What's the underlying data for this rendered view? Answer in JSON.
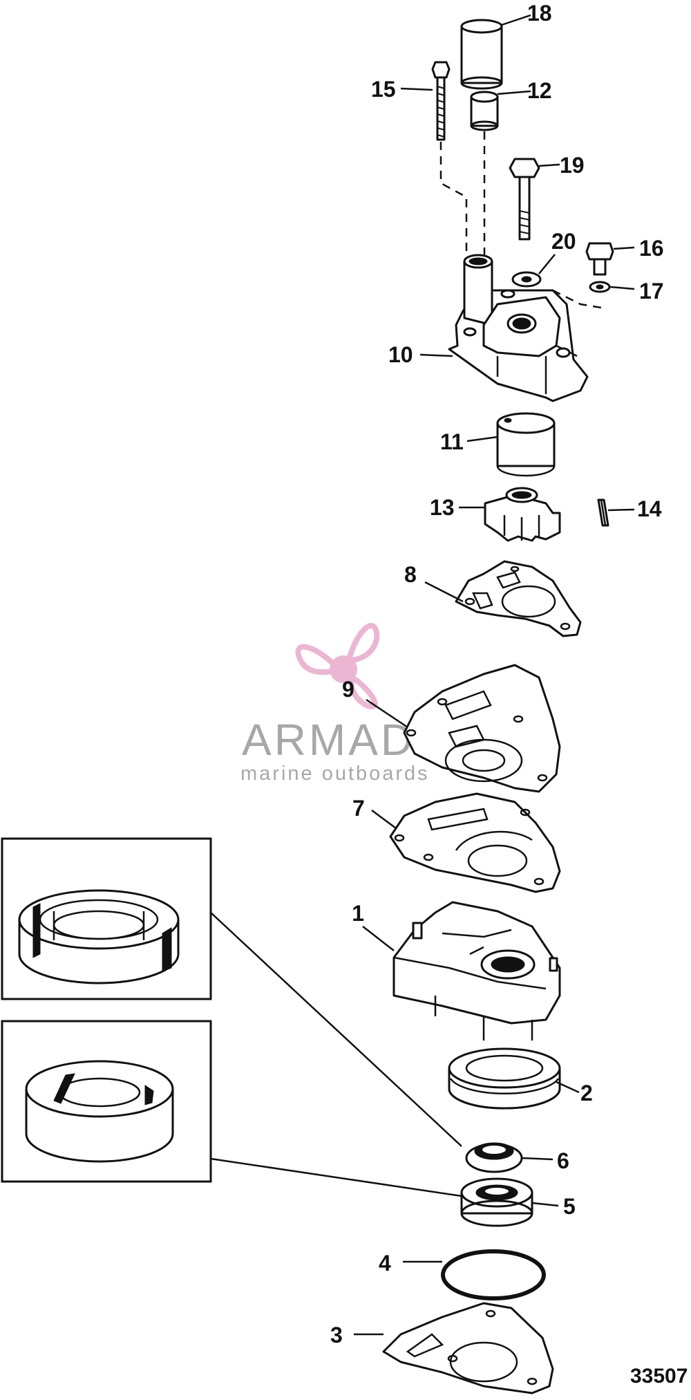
{
  "figure_id": "33507",
  "watermark": {
    "brand": "ARMADA",
    "tagline": "marine outboards",
    "accent_color": "#e8a5c8",
    "text_color": "#8a8a8a"
  },
  "callouts": [
    {
      "id": "1",
      "text": "1"
    },
    {
      "id": "2",
      "text": "2"
    },
    {
      "id": "3",
      "text": "3"
    },
    {
      "id": "4",
      "text": "4"
    },
    {
      "id": "5",
      "text": "5"
    },
    {
      "id": "6",
      "text": "6"
    },
    {
      "id": "7",
      "text": "7"
    },
    {
      "id": "8",
      "text": "8"
    },
    {
      "id": "9",
      "text": "9"
    },
    {
      "id": "10",
      "text": "10"
    },
    {
      "id": "11",
      "text": "11"
    },
    {
      "id": "12",
      "text": "12"
    },
    {
      "id": "13",
      "text": "13"
    },
    {
      "id": "14",
      "text": "14"
    },
    {
      "id": "15",
      "text": "15"
    },
    {
      "id": "16",
      "text": "16"
    },
    {
      "id": "17",
      "text": "17"
    },
    {
      "id": "18",
      "text": "18"
    },
    {
      "id": "19",
      "text": "19"
    },
    {
      "id": "20",
      "text": "20"
    }
  ]
}
